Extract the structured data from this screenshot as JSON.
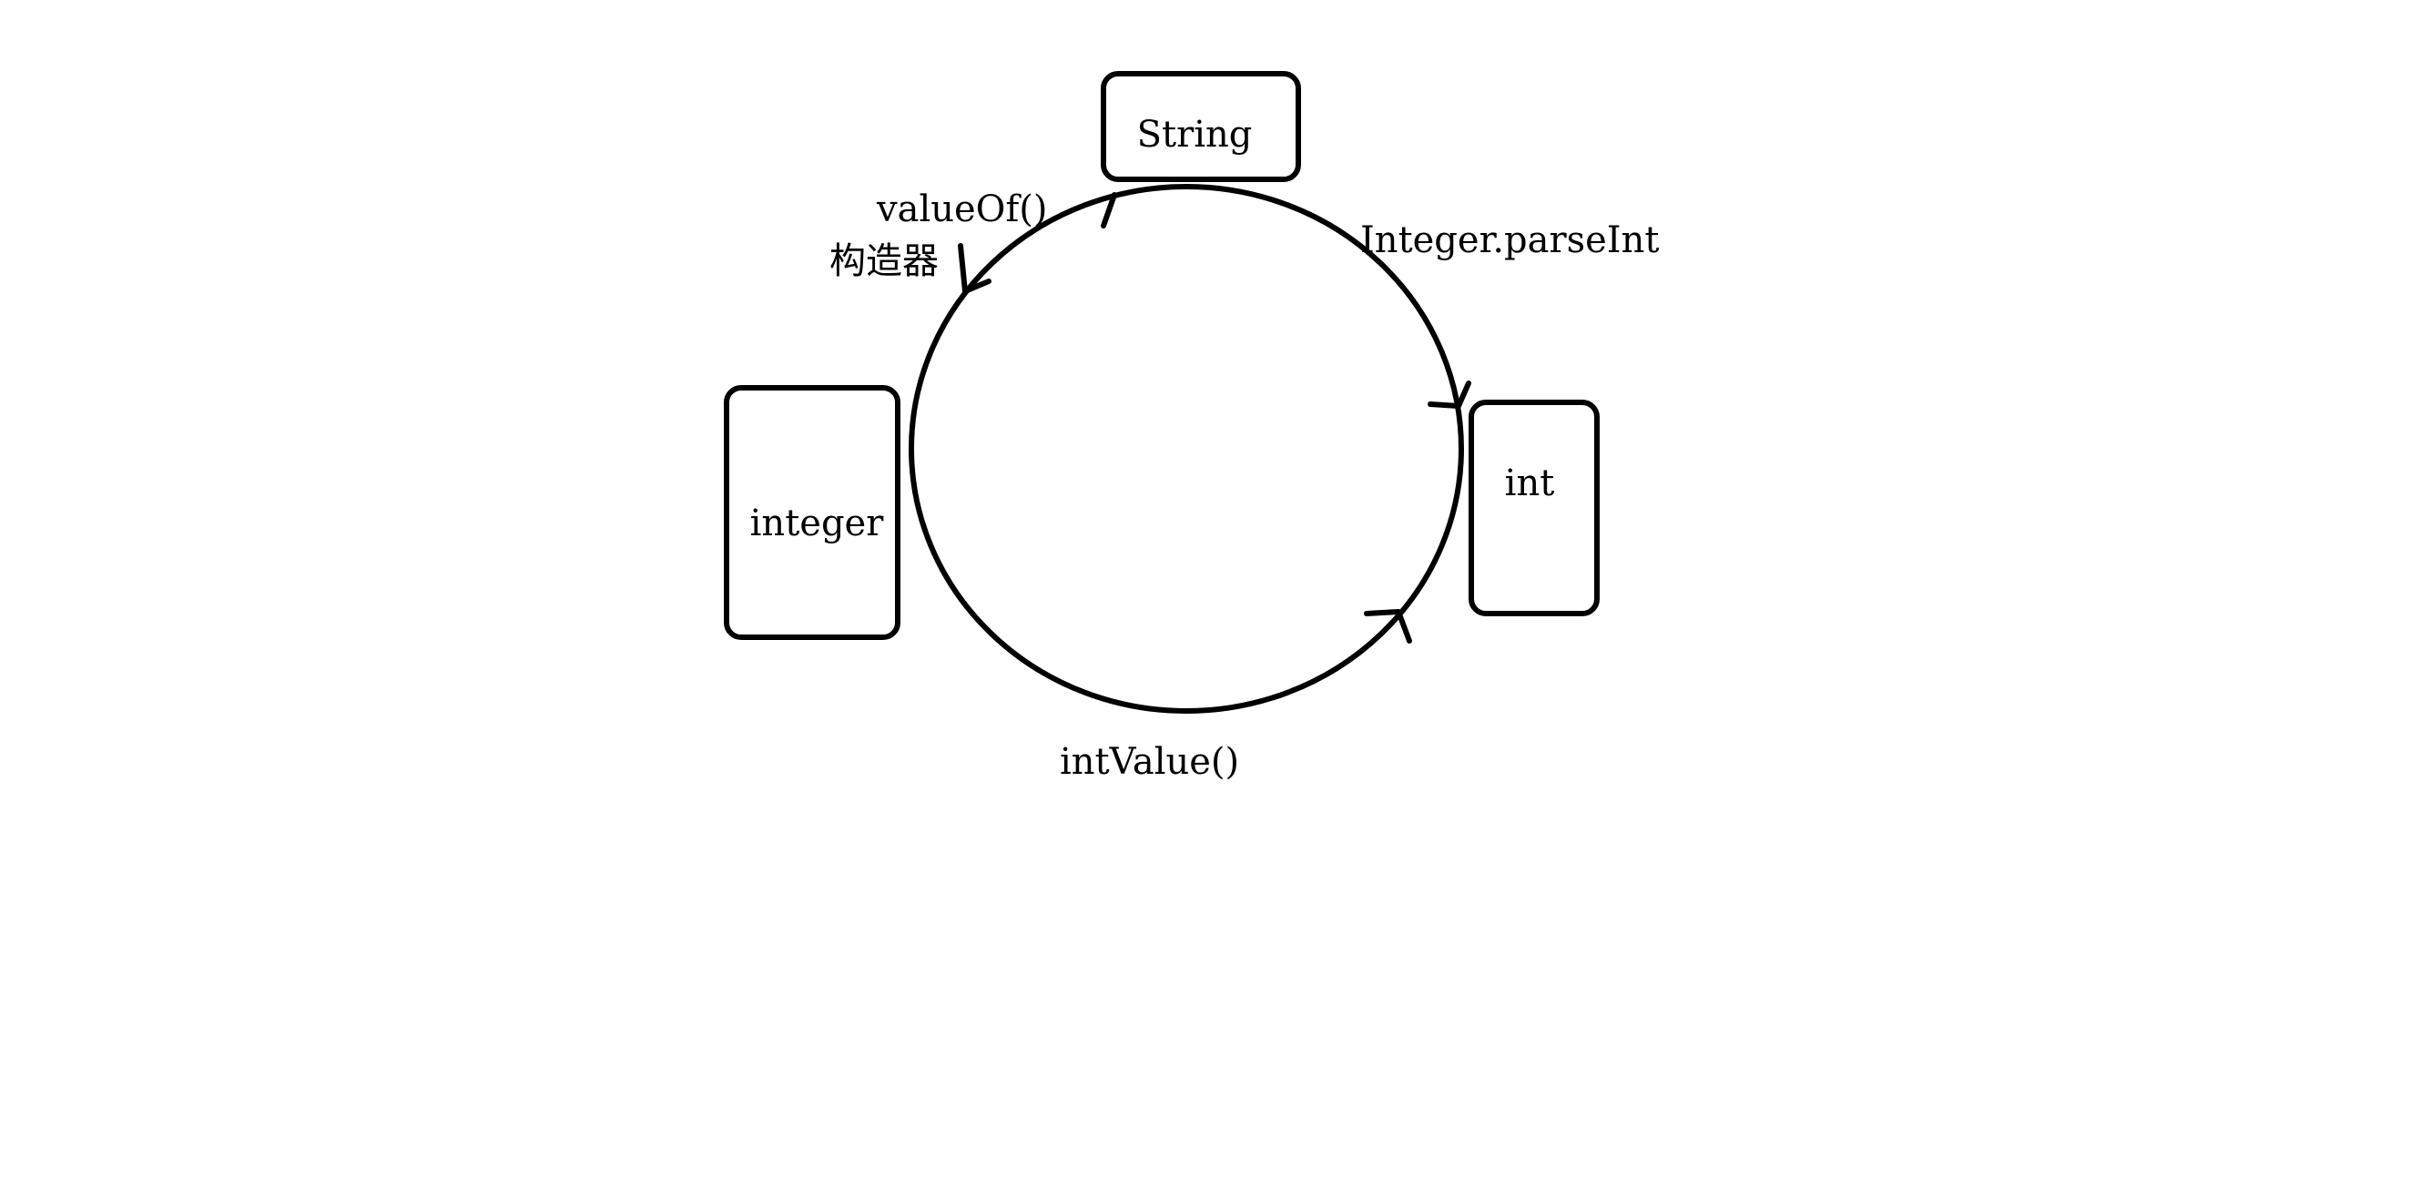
{
  "diagram": {
    "nodes": {
      "string": "String",
      "int": "int",
      "integer": "integer"
    },
    "edges": {
      "string_to_int": "Integer.parseInt",
      "int_to_integer": "intValue()",
      "integer_to_string_method": "valueOf()",
      "integer_to_string_constructor": "构造器"
    }
  }
}
